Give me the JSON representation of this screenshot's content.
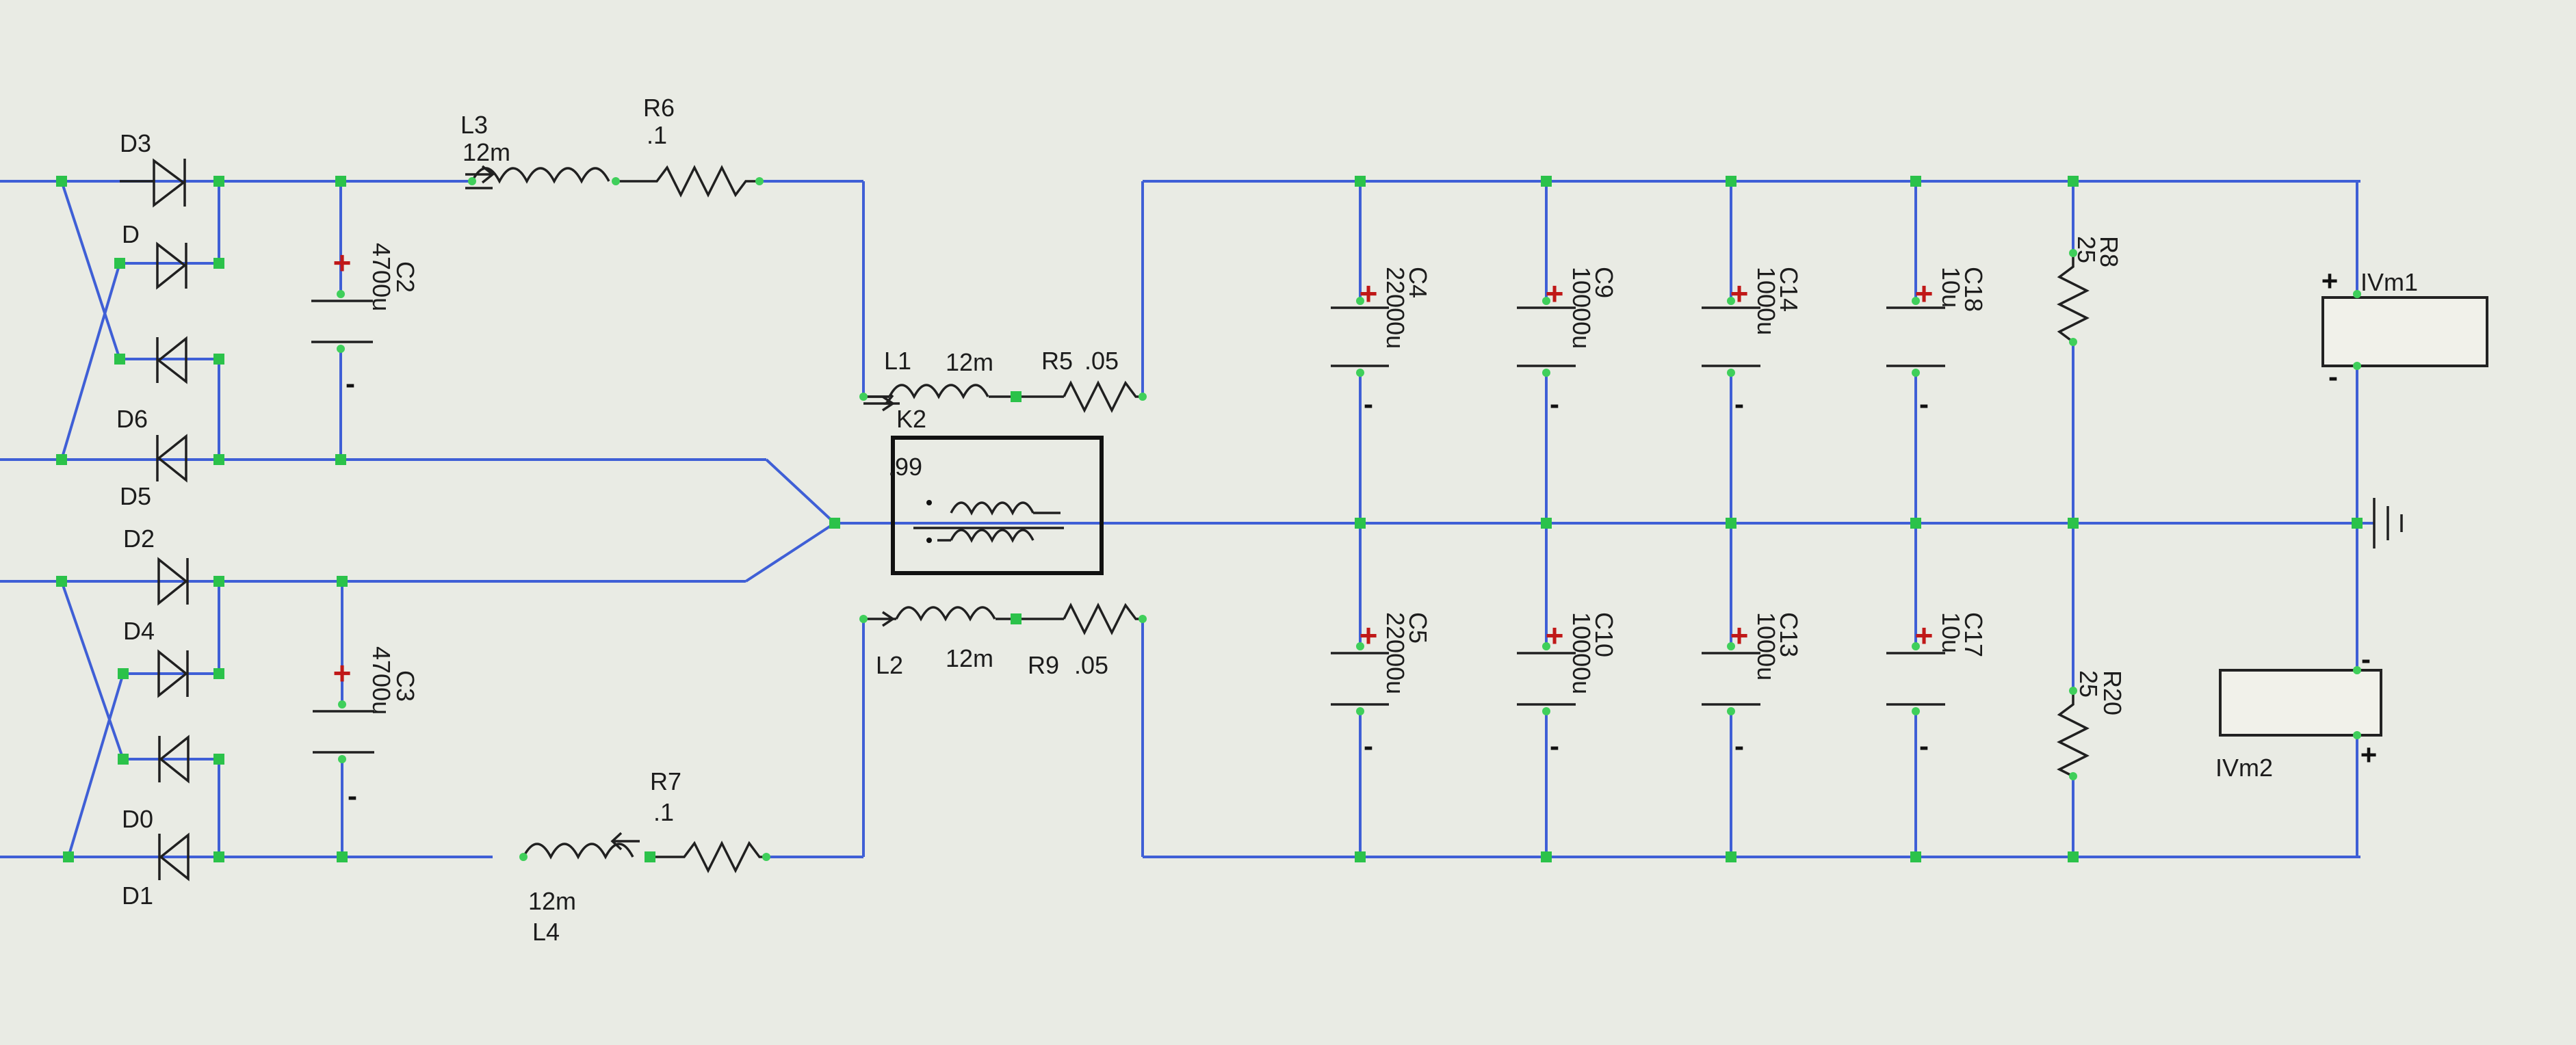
{
  "diodes": {
    "d3": "D3",
    "d": "D",
    "d6": "D6",
    "d5": "D5",
    "d2": "D2",
    "d4": "D4",
    "d0": "D0",
    "d1": "D1"
  },
  "bulk_caps": [
    {
      "name": "C2",
      "value": "4700u"
    },
    {
      "name": "C3",
      "value": "4700u"
    }
  ],
  "input_inductors": {
    "l3": {
      "name": "L3",
      "value": "12m"
    },
    "l4": {
      "name": "L4",
      "value": "12m"
    }
  },
  "input_resistors": {
    "r6": {
      "name": "R6",
      "value": ".1"
    },
    "r7": {
      "name": "R7",
      "value": ".1"
    }
  },
  "coupled": {
    "l1": "L1",
    "l1_value": "12m",
    "l2": "L2",
    "l2_value": "12m",
    "k": "K2",
    "k_value": ".99",
    "r5": "R5",
    "r5_value": ".05",
    "r9": "R9",
    "r9_value": ".05"
  },
  "cap_bank_top": [
    {
      "name": "C4",
      "value": "22000u"
    },
    {
      "name": "C9",
      "value": "10000u"
    },
    {
      "name": "C14",
      "value": "1000u"
    },
    {
      "name": "C18",
      "value": "10u"
    }
  ],
  "cap_bank_bottom": [
    {
      "name": "C5",
      "value": "22000u"
    },
    {
      "name": "C10",
      "value": "10000u"
    },
    {
      "name": "C13",
      "value": "1000u"
    },
    {
      "name": "C17",
      "value": "10u"
    }
  ],
  "loads": {
    "r8": {
      "name": "R8",
      "value": "25"
    },
    "r20": {
      "name": "R20",
      "value": "25"
    }
  },
  "meters": {
    "m1": "IVm1",
    "m2": "IVm2"
  },
  "symbols": {
    "plus": "+",
    "minus": "-"
  },
  "colors": {
    "wire": "#3f5fd6",
    "node": "#2bc24a",
    "polarity": "#c01818",
    "background": "#e9ebe4"
  }
}
